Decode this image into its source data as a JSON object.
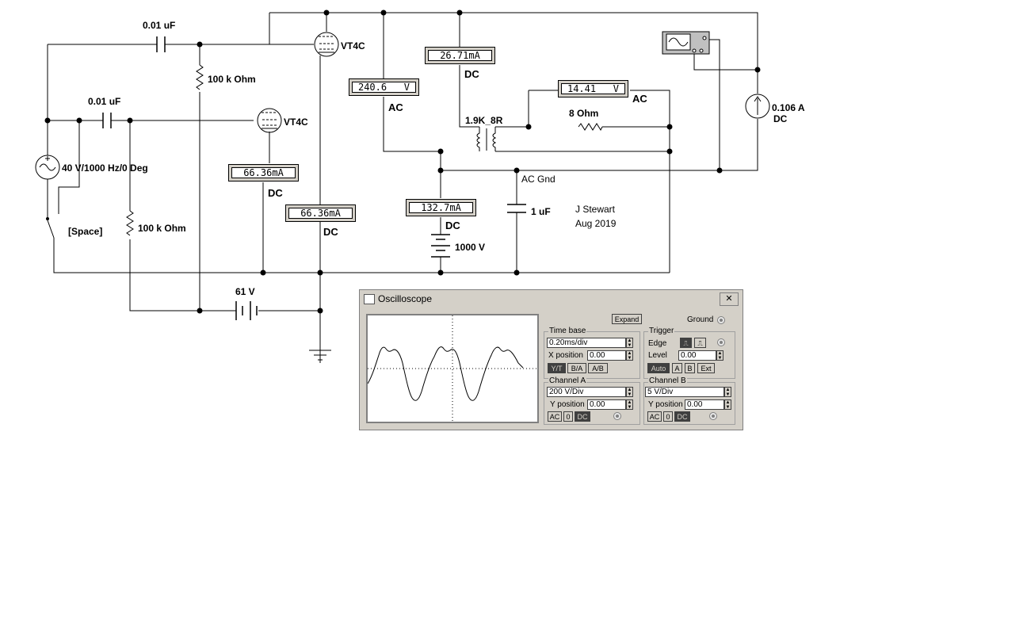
{
  "circuit": {
    "cap_input": "0.01 uF",
    "cap_coupling": "0.01 uF",
    "res_grid_top": "100 k Ohm",
    "res_grid_bottom": "100 k Ohm",
    "tube_upper": "VT4C",
    "tube_lower": "VT4C",
    "source_label": "40 V/1000 Hz/0 Deg",
    "switch_key": "[Space]",
    "bias_battery": "61 V",
    "transformer": "1.9K_8R",
    "load": "8  Ohm",
    "ground_label": "AC Gnd",
    "cap_bypass": "1 uF",
    "supply": "1000 V",
    "current_source": "0.106 A",
    "current_source_type": "DC",
    "author": "J Stewart",
    "date": "Aug 2019"
  },
  "meters": [
    {
      "id": "m1",
      "value": "26.71m",
      "unit": "A",
      "type": "DC"
    },
    {
      "id": "m2",
      "value": "240.6",
      "unit": "V",
      "type": "AC"
    },
    {
      "id": "m3",
      "value": "14.41",
      "unit": "V",
      "type": "AC"
    },
    {
      "id": "m4",
      "value": "66.36m",
      "unit": "A",
      "type": "DC"
    },
    {
      "id": "m5",
      "value": "66.36m",
      "unit": "A",
      "type": "DC"
    },
    {
      "id": "m6",
      "value": "132.7m",
      "unit": "A",
      "type": "DC"
    }
  ],
  "oscilloscope": {
    "title": "Oscilloscope",
    "close": "✕",
    "expand": "Expand",
    "ground": "Ground",
    "timebase": {
      "title": "Time base",
      "value": "0.20ms/div",
      "xpos_label": "X position",
      "xpos": "0.00",
      "modes": [
        "Y/T",
        "B/A",
        "A/B"
      ]
    },
    "trigger": {
      "title": "Trigger",
      "edge_label": "Edge",
      "level_label": "Level",
      "level": "0.00",
      "modes": [
        "Auto",
        "A",
        "B",
        "Ext"
      ]
    },
    "channel_a": {
      "title": "Channel A",
      "value": "200  V/Div",
      "ypos_label": "Y position",
      "ypos": "0.00",
      "coupling": [
        "AC",
        "0",
        "DC"
      ]
    },
    "channel_b": {
      "title": "Channel B",
      "value": "5  V/Div",
      "ypos_label": "Y position",
      "ypos": "0.00",
      "coupling": [
        "AC",
        "0",
        "DC"
      ]
    }
  }
}
